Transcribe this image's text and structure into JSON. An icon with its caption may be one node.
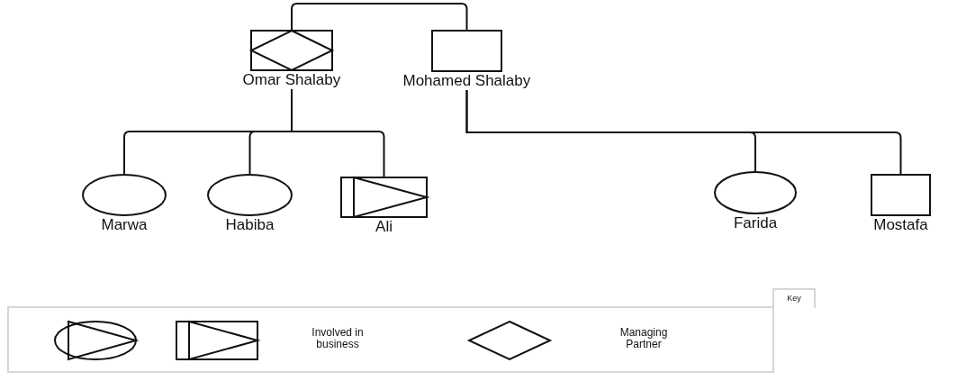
{
  "diagram": {
    "nodes": [
      {
        "text": [
          "Omar Shalaby"
        ]
      },
      {
        "text": [
          "Mohamed Shalaby"
        ]
      },
      {
        "text": [
          "Marwa"
        ]
      },
      {
        "text": [
          "Habiba"
        ]
      },
      {
        "text": [
          "Ali"
        ]
      },
      {
        "text": [
          "Farida"
        ]
      },
      {
        "text": [
          "Mostafa"
        ]
      }
    ],
    "edges": [
      {
        "from": 0,
        "to": 1,
        "arrow": "none"
      },
      {
        "from": 0,
        "to": 2,
        "arrow": "none"
      },
      {
        "from": 0,
        "to": 3,
        "arrow": "none"
      },
      {
        "from": 0,
        "to": 4,
        "arrow": "none"
      },
      {
        "from": 1,
        "to": 5,
        "arrow": "none"
      },
      {
        "from": 1,
        "to": 6,
        "arrow": "none"
      }
    ],
    "labels": [
      "Key"
    ],
    "legend": [
      {
        "text": "Involved in business"
      },
      {
        "text": "Managing Partner"
      }
    ]
  }
}
